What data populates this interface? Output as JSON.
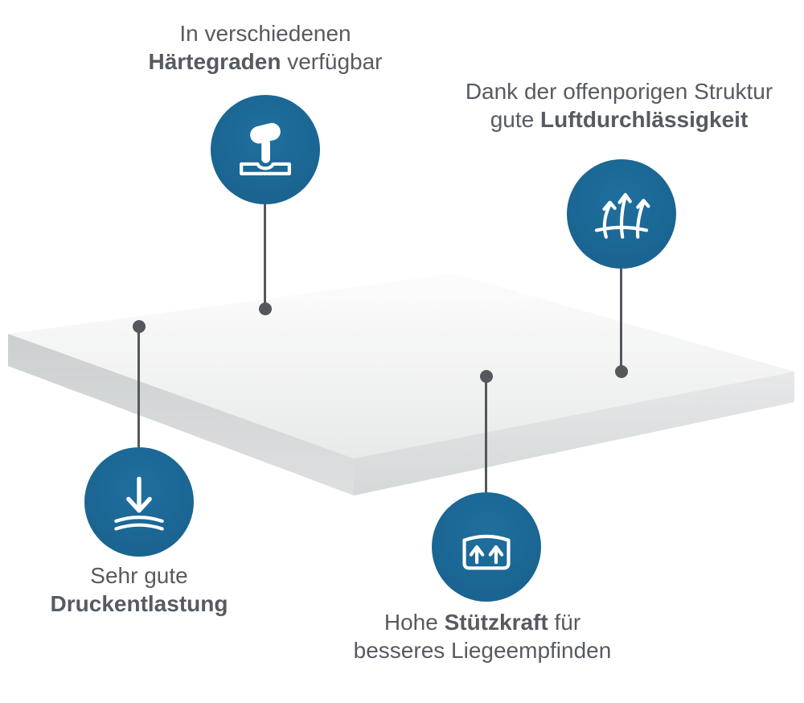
{
  "colors": {
    "accent_blue": "#1a6491",
    "text": "#565b61",
    "connector": "#54585c",
    "mattress_top_light": "#fbfbfb",
    "mattress_top_dark": "#e9eaea",
    "mattress_side_left": "#d2d5d6",
    "mattress_side_front": "#e0e2e3"
  },
  "illustration": "foam-mattress-topper",
  "callouts": {
    "hardness": {
      "line1": "In verschiedenen",
      "line2_bold": "Härtegraden",
      "line2_rest": " verfügbar",
      "icon": "hand-press-icon"
    },
    "airflow": {
      "line1": "Dank der offenporigen Struktur",
      "line2_pre": "gute ",
      "line2_bold": "Luftdurchlässigkeit",
      "icon": "airflow-arrows-icon"
    },
    "pressure": {
      "line1": "Sehr gute",
      "line2_bold": "Druckentlastung",
      "icon": "pressure-relief-icon"
    },
    "support": {
      "line1_pre": "Hohe ",
      "line1_bold": "Stützkraft",
      "line1_rest": " für",
      "line2": "besseres Liegeempfinden",
      "icon": "support-arrows-icon"
    }
  }
}
